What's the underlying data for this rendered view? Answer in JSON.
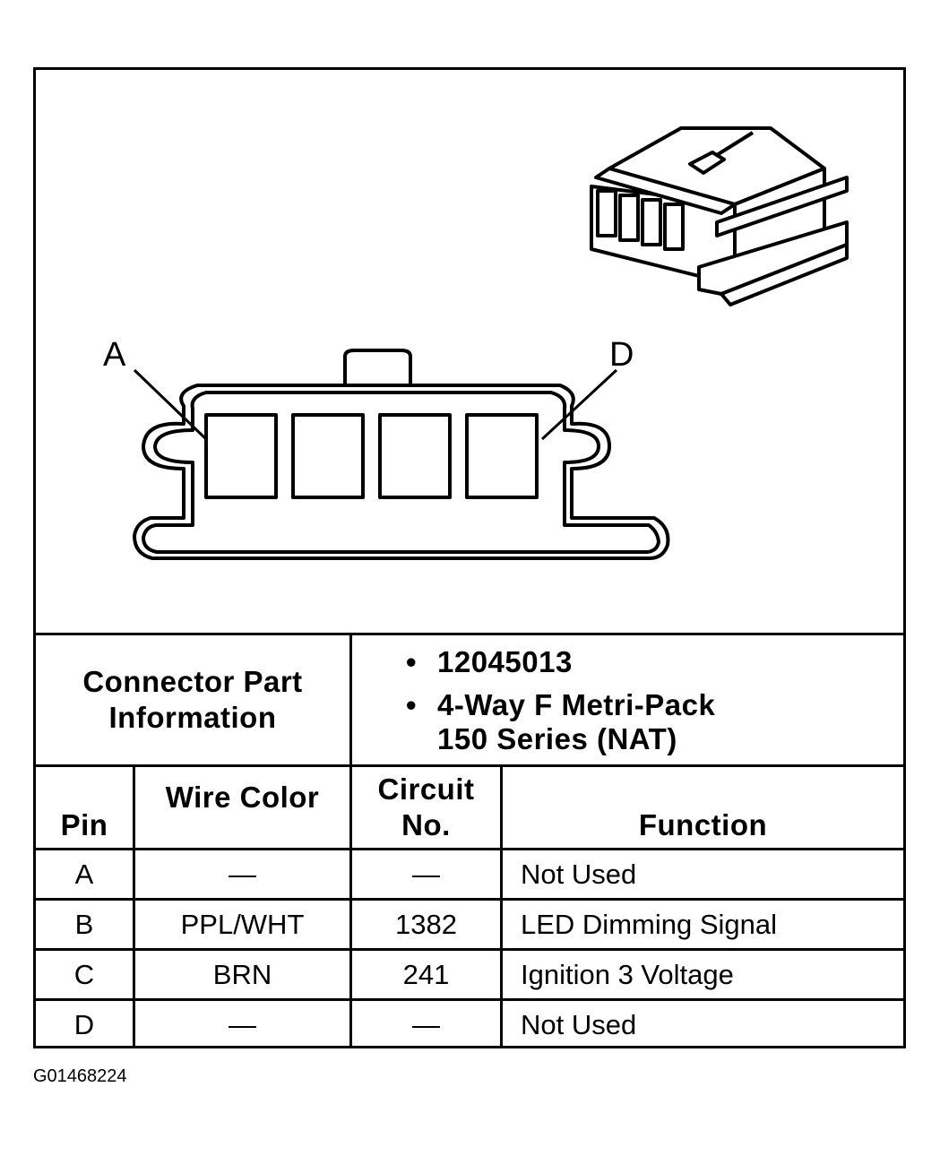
{
  "diagram": {
    "label_left": "A",
    "label_right": "D"
  },
  "part_info": {
    "label_line1": "Connector Part",
    "label_line2": "Information",
    "bullet": "•",
    "part_number": "12045013",
    "desc_line1": "4-Way F Metri-Pack",
    "desc_line2": "150 Series (NAT)"
  },
  "table": {
    "headers": {
      "pin": "Pin",
      "wire_color": "Wire Color",
      "circuit_line1": "Circuit",
      "circuit_line2": "No.",
      "function": "Function"
    },
    "rows": [
      {
        "pin": "A",
        "wire_color": "—",
        "circuit": "—",
        "function": "Not Used"
      },
      {
        "pin": "B",
        "wire_color": "PPL/WHT",
        "circuit": "1382",
        "function": "LED Dimming Signal"
      },
      {
        "pin": "C",
        "wire_color": "BRN",
        "circuit": "241",
        "function": "Ignition 3 Voltage"
      },
      {
        "pin": "D",
        "wire_color": "—",
        "circuit": "—",
        "function": "Not Used"
      }
    ]
  },
  "footer": {
    "figure_id": "G01468224"
  }
}
